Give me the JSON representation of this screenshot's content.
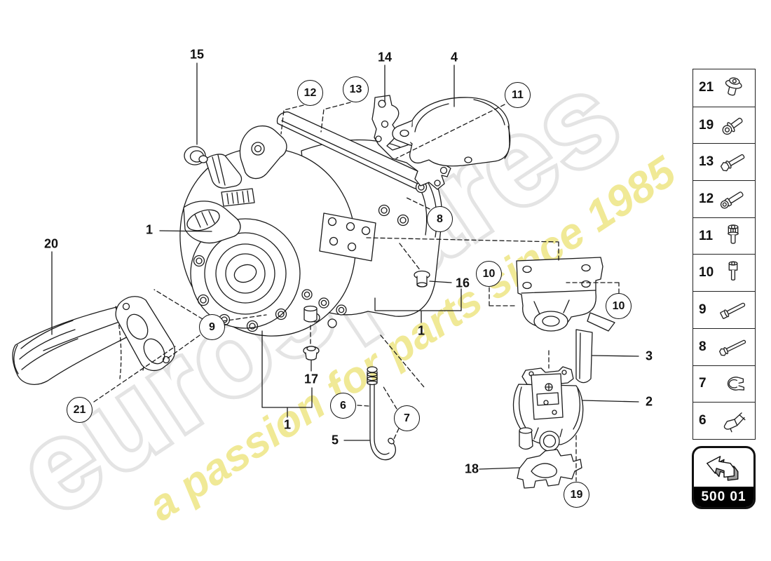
{
  "watermark": {
    "brand": "eurospares",
    "tagline": "a passion for parts since 1985",
    "brand_outline_color": "#e4e4e4",
    "tagline_color": "#f0e996"
  },
  "part_code": {
    "label": "500 01"
  },
  "callouts": {
    "plain": [
      {
        "label": "15"
      },
      {
        "label": "14"
      },
      {
        "label": "4"
      },
      {
        "label": "1"
      },
      {
        "label": "20"
      },
      {
        "label": "16"
      },
      {
        "label": "1"
      },
      {
        "label": "17"
      },
      {
        "label": "1"
      },
      {
        "label": "5"
      },
      {
        "label": "3"
      },
      {
        "label": "2"
      },
      {
        "label": "18"
      }
    ],
    "circled": [
      {
        "label": "12"
      },
      {
        "label": "13"
      },
      {
        "label": "11"
      },
      {
        "label": "8"
      },
      {
        "label": "9"
      },
      {
        "label": "10"
      },
      {
        "label": "10"
      },
      {
        "label": "6"
      },
      {
        "label": "7"
      },
      {
        "label": "21"
      },
      {
        "label": "19"
      }
    ]
  },
  "sidebar": {
    "items": [
      {
        "label": "21",
        "icon": "flanged-torx-bolt"
      },
      {
        "label": "19",
        "icon": "washer-head-bolt"
      },
      {
        "label": "13",
        "icon": "hex-flange-bolt-long"
      },
      {
        "label": "12",
        "icon": "shoulder-bolt"
      },
      {
        "label": "11",
        "icon": "socket-head-bolt"
      },
      {
        "label": "10",
        "icon": "socket-head-screw"
      },
      {
        "label": "9",
        "icon": "socket-head-bolt-long"
      },
      {
        "label": "8",
        "icon": "hex-bolt-extra-long"
      },
      {
        "label": "7",
        "icon": "hose-clamp"
      },
      {
        "label": "6",
        "icon": "retaining-clip"
      }
    ]
  }
}
